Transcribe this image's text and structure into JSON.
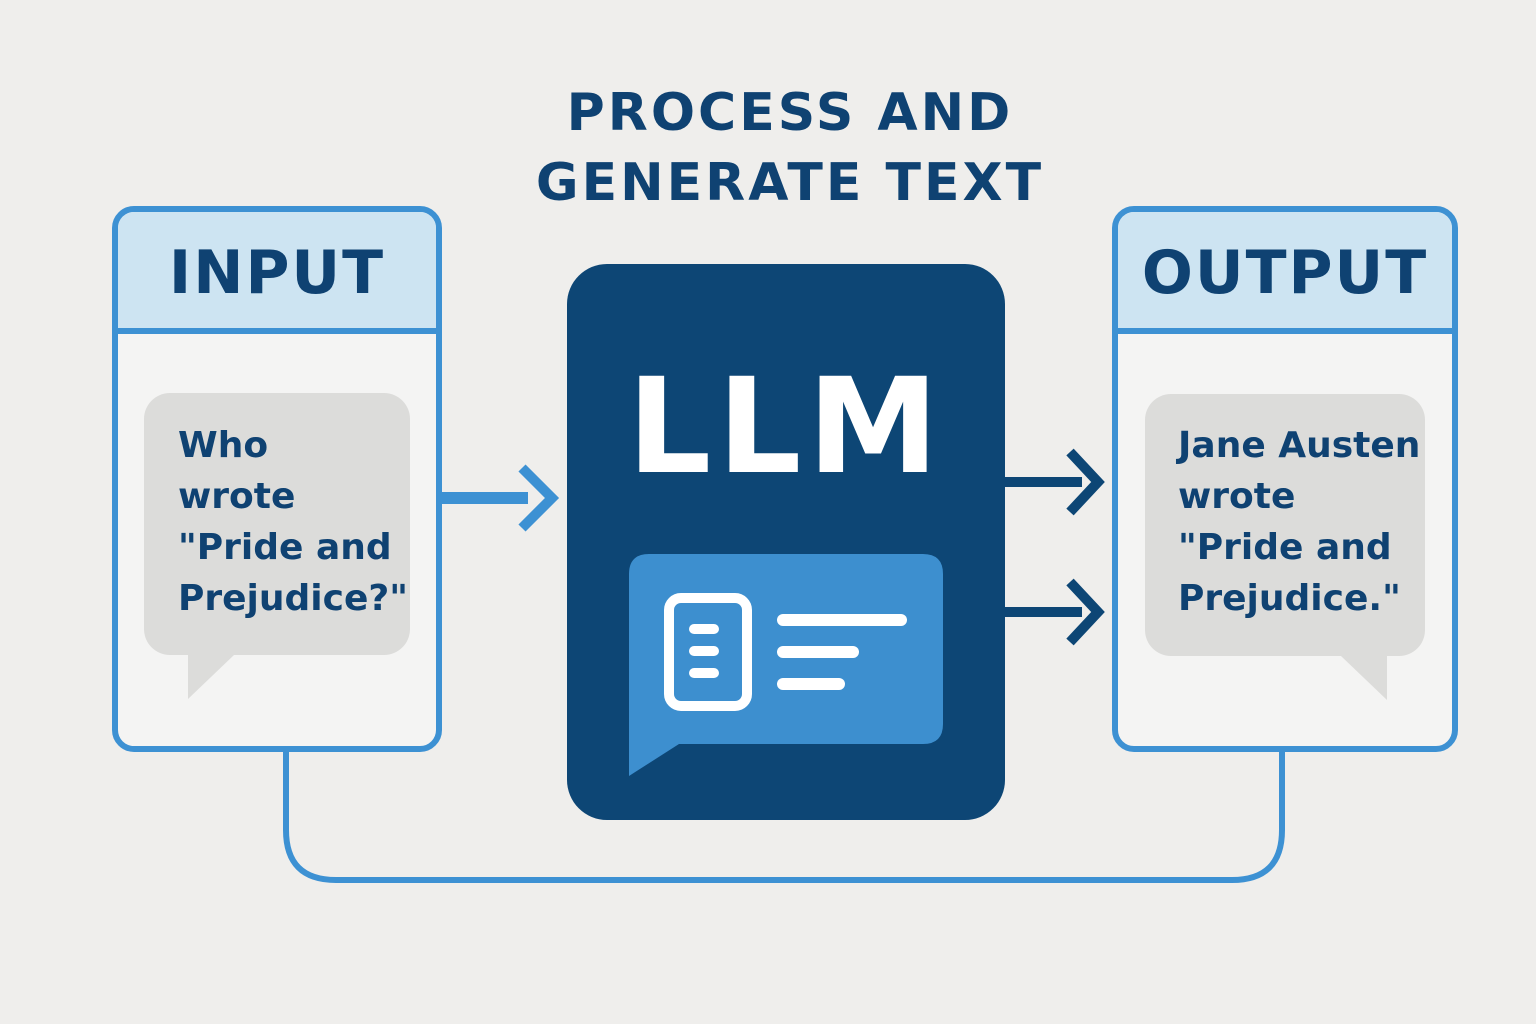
{
  "title": {
    "line1": "PROCESS AND",
    "line2": "GENERATE TEXT"
  },
  "input": {
    "header": "INPUT",
    "bubble_lines": [
      "Who",
      "wrote",
      "\"Pride and",
      "Prejudice?\""
    ]
  },
  "llm": {
    "label": "LLM",
    "icon": "document-chat-icon"
  },
  "output": {
    "header": "OUTPUT",
    "bubble_lines": [
      "Jane Austen",
      "wrote",
      "\"Pride and",
      "Prejudice.\""
    ]
  },
  "colors": {
    "background": "#efeeec",
    "navy": "#0d4675",
    "text_navy": "#0f4272",
    "accent_blue": "#3d91d3",
    "header_fill": "#cde4f2",
    "bubble_fill": "#dcdcda"
  }
}
